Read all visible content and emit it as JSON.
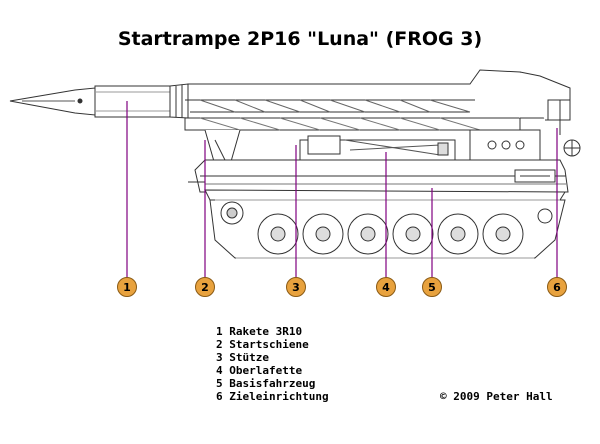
{
  "title": "Startrampe 2P16 \"Luna\" (FROG 3)",
  "markers": [
    "1",
    "2",
    "3",
    "4",
    "5",
    "6"
  ],
  "legend": [
    "1 Rakete 3R10",
    "2 Startschiene",
    "3 Stütze",
    "4 Oberlafette",
    "5 Basisfahrzeug",
    "6 Zieleinrichtung"
  ],
  "copyright": "© 2009 Peter Hall",
  "colors": {
    "line": "#333333",
    "leader": "#800080",
    "marker_fill": "#e8a23e",
    "marker_border": "#8a5a14",
    "body_fill": "#ffffff",
    "shade": "#bfbfbf"
  }
}
